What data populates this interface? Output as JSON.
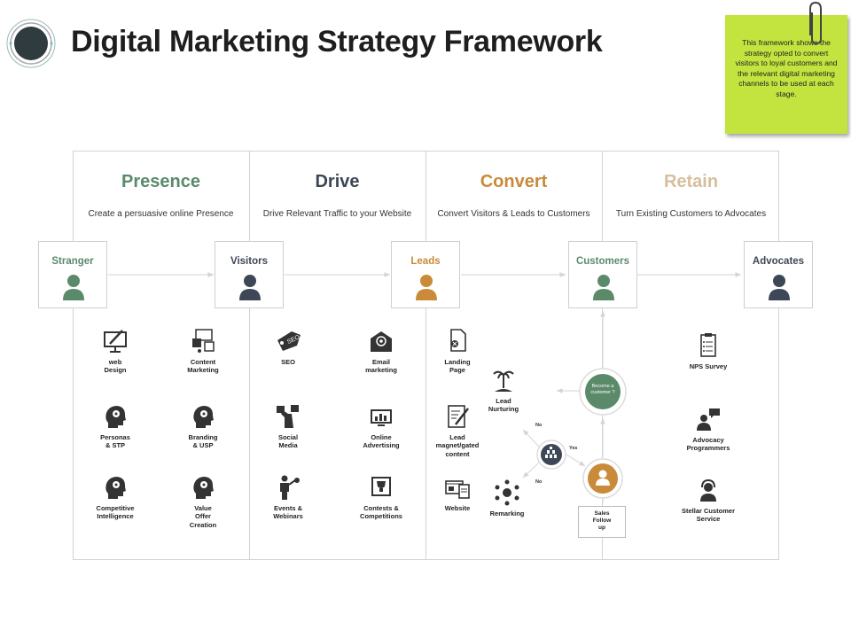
{
  "title": "Digital Marketing Strategy Framework",
  "note": "This framework shows the strategy opted to convert visitors to loyal customers and the relevant digital marketing channels to be used at each stage.",
  "colors": {
    "presence": "#5a8a6a",
    "drive": "#3e4756",
    "convert": "#c98a3a",
    "retain": "#d6bf9c",
    "note": "#c3e33f",
    "logo": "#2f3b3f"
  },
  "columns": [
    {
      "title": "Presence",
      "subtitle": "Create a persuasive online Presence"
    },
    {
      "title": "Drive",
      "subtitle": "Drive Relevant Traffic to your Website"
    },
    {
      "title": "Convert",
      "subtitle": "Convert Visitors & Leads to Customers"
    },
    {
      "title": "Retain",
      "subtitle": "Turn Existing Customers to Advocates"
    }
  ],
  "stages": [
    {
      "label": "Stranger",
      "icon": "person-icon"
    },
    {
      "label": "Visitors",
      "icon": "person-icon"
    },
    {
      "label": "Leads",
      "icon": "person-icon"
    },
    {
      "label": "Customers",
      "icon": "person-icon"
    },
    {
      "label": "Advocates",
      "icon": "person-icon"
    }
  ],
  "items": {
    "web_design": {
      "label": "web\nDesign",
      "icon": "monitor-pen-icon"
    },
    "content_marketing": {
      "label": "Content\nMarketing",
      "icon": "content-icon"
    },
    "personas": {
      "label": "Personas\n& STP",
      "icon": "head-gear-icon"
    },
    "branding": {
      "label": "Branding\n& USP",
      "icon": "head-gear-icon"
    },
    "competitive": {
      "label": "Competitive\nIntelligence",
      "icon": "head-gear-icon"
    },
    "value_offer": {
      "label": "Value\nOffer\nCreation",
      "icon": "head-gear-icon"
    },
    "seo": {
      "label": "SEO",
      "icon": "seo-tag-icon"
    },
    "email": {
      "label": "Email\nmarketing",
      "icon": "email-icon"
    },
    "social": {
      "label": "Social\nMedia",
      "icon": "social-icon"
    },
    "online_adv": {
      "label": "Online\nAdvertising",
      "icon": "advertising-icon"
    },
    "events": {
      "label": "Events &\nWebinars",
      "icon": "presenter-icon"
    },
    "contests": {
      "label": "Contests &\nCompetitions",
      "icon": "trophy-icon"
    },
    "landing": {
      "label": "Landing\nPage",
      "icon": "document-icon"
    },
    "lead_magnet": {
      "label": "Lead\nmagnet/gated\ncontent",
      "icon": "edit-document-icon"
    },
    "website": {
      "label": "Website",
      "icon": "website-icon"
    },
    "lead_nurturing": {
      "label": "Lead\nNurturing",
      "icon": "palm-tree-icon"
    },
    "remarking": {
      "label": "Remarking",
      "icon": "network-icon"
    },
    "nps": {
      "label": "NPS Survey",
      "icon": "clipboard-icon"
    },
    "advocacy": {
      "label": "Advocacy\nProgrammers",
      "icon": "speaker-chat-icon"
    },
    "stellar": {
      "label": "Stellar Customer\nService",
      "icon": "headset-icon"
    }
  },
  "flow": {
    "become": "Become a customer ?",
    "no1": "No",
    "no2": "No",
    "yes": "Yes",
    "sales": "Sales\nFollow\nup"
  }
}
